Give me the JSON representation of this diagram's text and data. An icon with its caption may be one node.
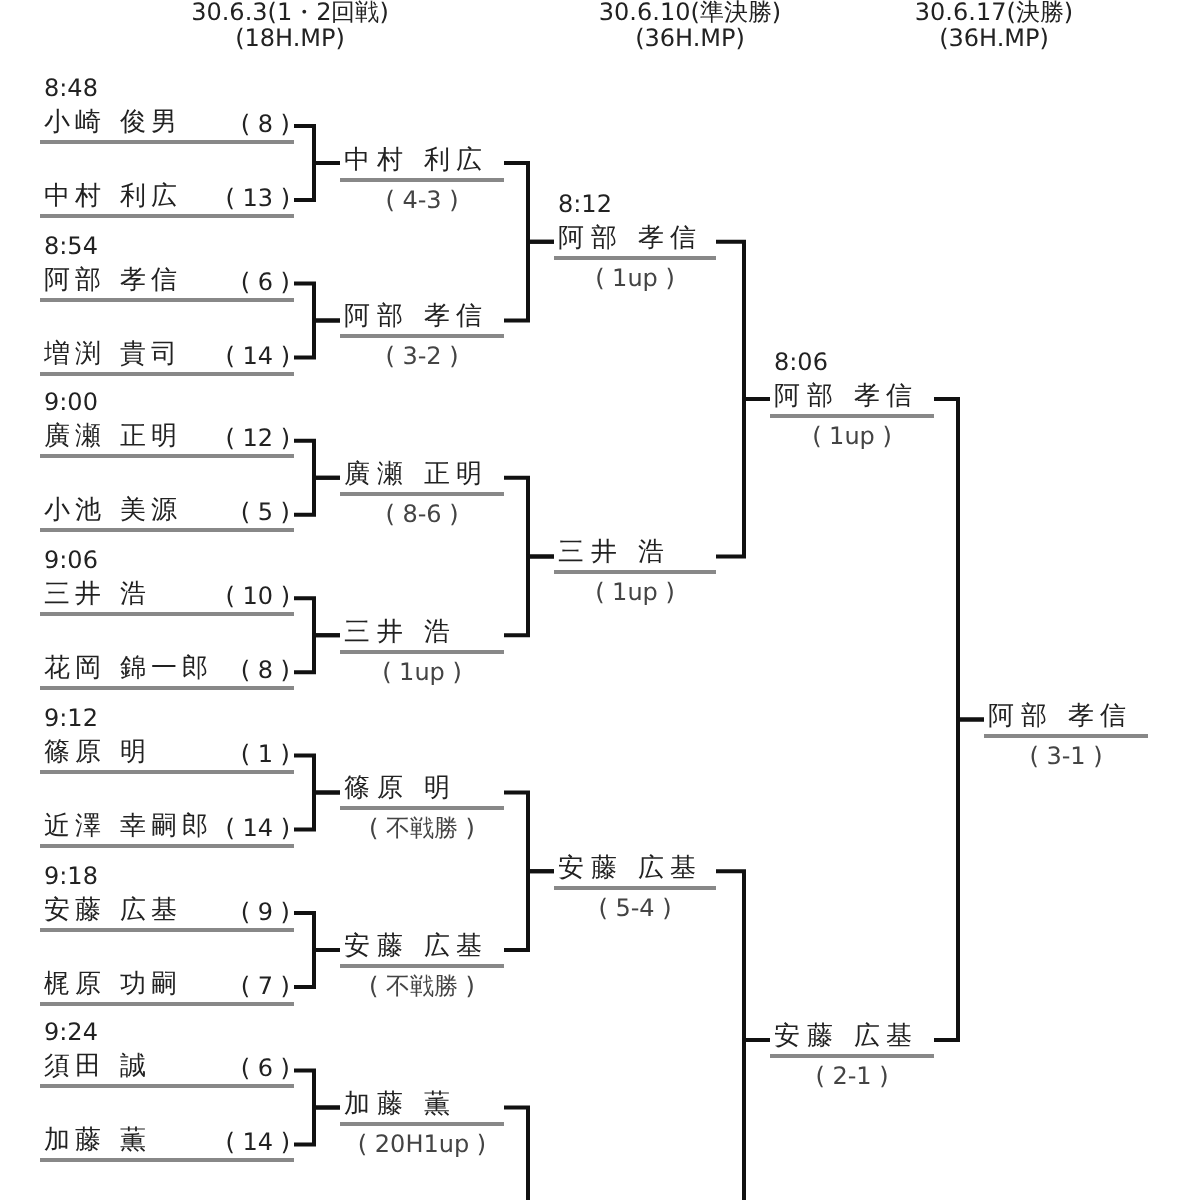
{
  "diagram": {
    "nodes": [
      {
        "text": [
          "小崎 俊男",
          "( 8 )"
        ],
        "beside": [
          "8:48"
        ]
      },
      {
        "text": [
          "中村 利広",
          "( 13 )"
        ]
      },
      {
        "text": [
          "阿部 孝信",
          "( 6 )"
        ],
        "beside": [
          "8:54"
        ]
      },
      {
        "text": [
          "増渕 貴司",
          "( 14 )"
        ]
      },
      {
        "text": [
          "廣瀬 正明",
          "( 12 )"
        ],
        "beside": [
          "9:00"
        ]
      },
      {
        "text": [
          "小池 美源",
          "( 5 )"
        ]
      },
      {
        "text": [
          "三井 浩",
          "( 10 )"
        ],
        "beside": [
          "9:06"
        ]
      },
      {
        "text": [
          "花岡 錦一郎",
          "( 8 )"
        ]
      },
      {
        "text": [
          "篠原 明",
          "( 1 )"
        ],
        "beside": [
          "9:12"
        ]
      },
      {
        "text": [
          "近澤 幸嗣郎",
          "( 14 )"
        ]
      },
      {
        "text": [
          "安藤 広基",
          "( 9 )"
        ],
        "beside": [
          "9:18"
        ]
      },
      {
        "text": [
          "梶原 功嗣",
          "( 7 )"
        ]
      },
      {
        "text": [
          "須田 誠",
          "( 6 )"
        ],
        "beside": [
          "9:24"
        ]
      },
      {
        "text": [
          "加藤 薫",
          "( 14 )"
        ]
      },
      {
        "text": [
          "中村 利広",
          "( 4-3 )"
        ]
      },
      {
        "text": [
          "阿部 孝信",
          "( 3-2 )"
        ]
      },
      {
        "text": [
          "廣瀬 正明",
          "( 8-6 )"
        ]
      },
      {
        "text": [
          "三井 浩",
          "( 1up )"
        ]
      },
      {
        "text": [
          "篠原 明",
          "( 不戦勝 )"
        ]
      },
      {
        "text": [
          "安藤 広基",
          "( 不戦勝 )"
        ]
      },
      {
        "text": [
          "加藤 薫",
          "( 20H1up )"
        ]
      },
      {
        "text": [
          "阿部 孝信",
          "( 1up )"
        ],
        "beside": [
          "8:12"
        ]
      },
      {
        "text": [
          "三井 浩",
          "( 1up )"
        ]
      },
      {
        "text": [
          "安藤 広基",
          "( 5-4 )"
        ]
      },
      {
        "text": [
          "阿部 孝信",
          "( 1up )"
        ],
        "beside": [
          "8:06"
        ]
      },
      {
        "text": [
          "安藤 広基",
          "( 2-1 )"
        ]
      },
      {
        "text": [
          "阿部 孝信",
          "( 3-1 )"
        ]
      }
    ],
    "edges": [
      {
        "from": 0,
        "to": 14,
        "arrow": "none"
      },
      {
        "from": 1,
        "to": 14,
        "arrow": "none"
      },
      {
        "from": 2,
        "to": 15,
        "arrow": "none"
      },
      {
        "from": 3,
        "to": 15,
        "arrow": "none"
      },
      {
        "from": 4,
        "to": 16,
        "arrow": "none"
      },
      {
        "from": 5,
        "to": 16,
        "arrow": "none"
      },
      {
        "from": 6,
        "to": 17,
        "arrow": "none"
      },
      {
        "from": 7,
        "to": 17,
        "arrow": "none"
      },
      {
        "from": 8,
        "to": 18,
        "arrow": "none"
      },
      {
        "from": 9,
        "to": 18,
        "arrow": "none"
      },
      {
        "from": 10,
        "to": 19,
        "arrow": "none"
      },
      {
        "from": 11,
        "to": 19,
        "arrow": "none"
      },
      {
        "from": 12,
        "to": 20,
        "arrow": "none"
      },
      {
        "from": 13,
        "to": 20,
        "arrow": "none"
      },
      {
        "from": 14,
        "to": 21,
        "arrow": "none"
      },
      {
        "from": 15,
        "to": 21,
        "arrow": "none"
      },
      {
        "from": 16,
        "to": 22,
        "arrow": "none"
      },
      {
        "from": 17,
        "to": 22,
        "arrow": "none"
      },
      {
        "from": 18,
        "to": 23,
        "arrow": "none"
      },
      {
        "from": 19,
        "to": 23,
        "arrow": "none"
      },
      {
        "from": 20,
        "to": null,
        "arrow": "none"
      },
      {
        "from": 21,
        "to": 24,
        "arrow": "none"
      },
      {
        "from": 22,
        "to": 24,
        "arrow": "none"
      },
      {
        "from": 23,
        "to": 25,
        "arrow": "none"
      },
      {
        "from": null,
        "to": 25,
        "arrow": "none"
      },
      {
        "from": 24,
        "to": 26,
        "arrow": "none"
      },
      {
        "from": 25,
        "to": 26,
        "arrow": "none"
      }
    ],
    "labels": [
      "30.6.3(1・2回戦)",
      "(18H.MP)",
      "30.6.10(準決勝)",
      "(36H.MP)",
      "30.6.17(決勝)",
      "(36H.MP)"
    ]
  }
}
